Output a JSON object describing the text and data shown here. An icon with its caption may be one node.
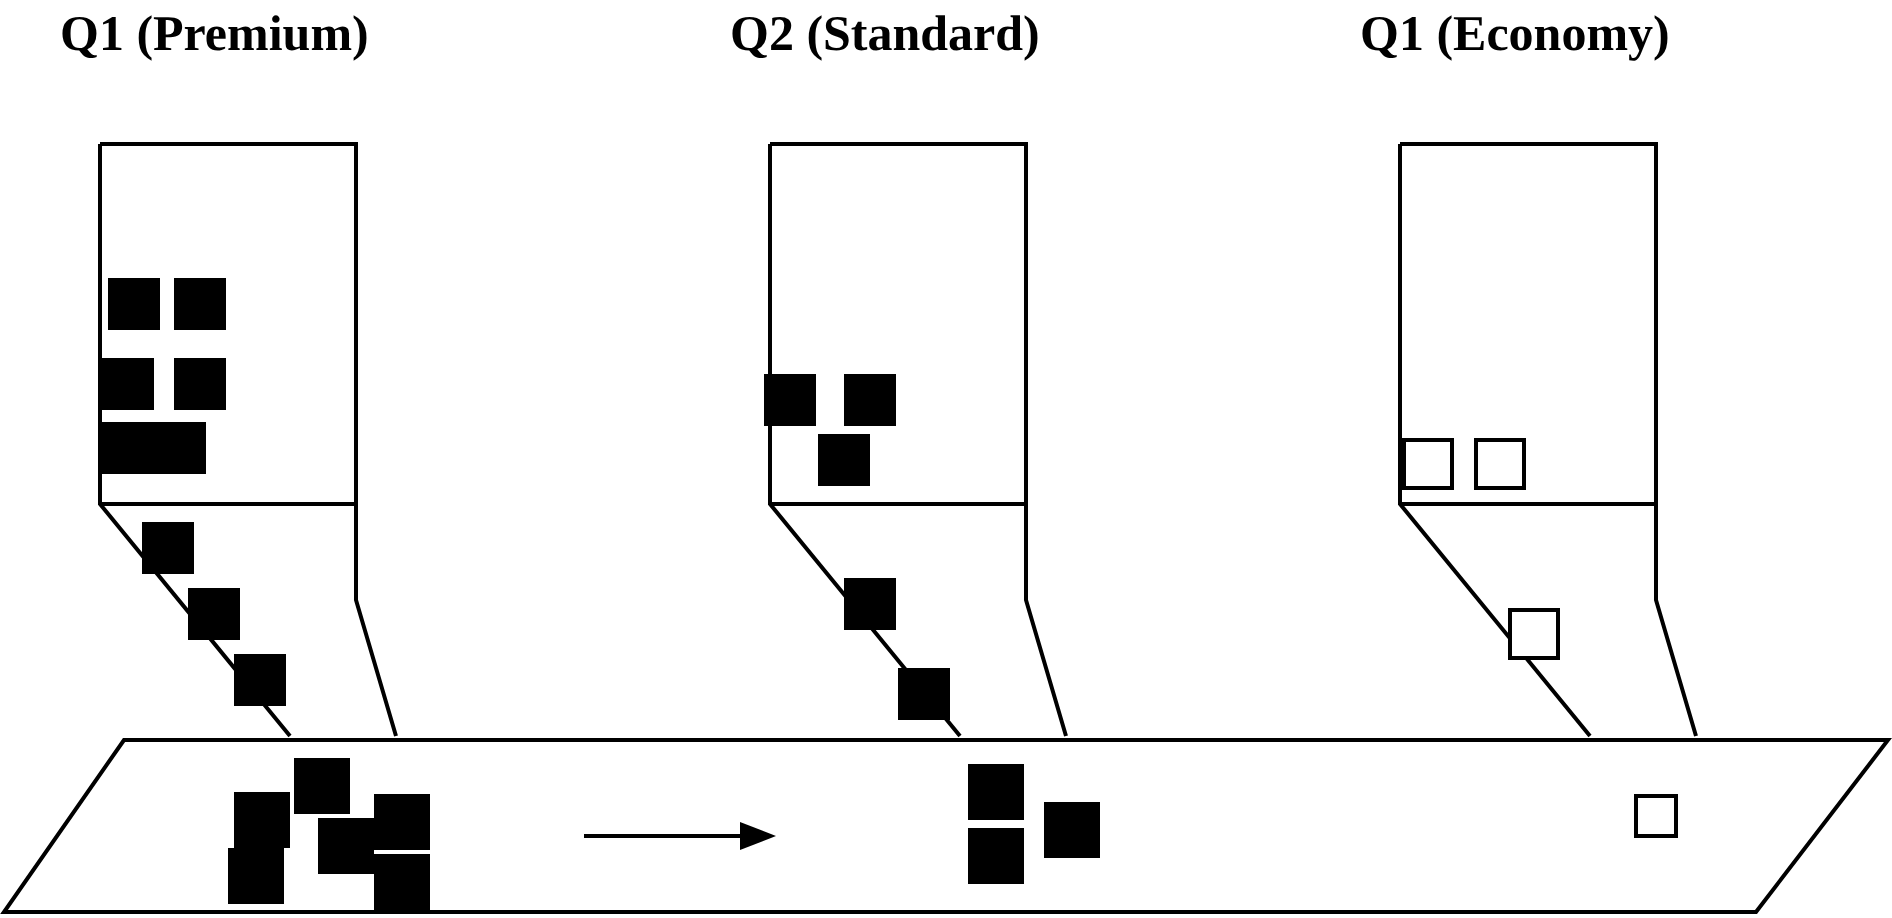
{
  "diagram": {
    "nodes": [
      {
        "text": [
          "Q1 (Premium)"
        ]
      },
      {
        "text": [
          "Q2 (Standard)"
        ]
      },
      {
        "text": [
          "Q1 (Economy)"
        ]
      },
      {
        "text": [],
        "shape": "box"
      }
    ]
  }
}
